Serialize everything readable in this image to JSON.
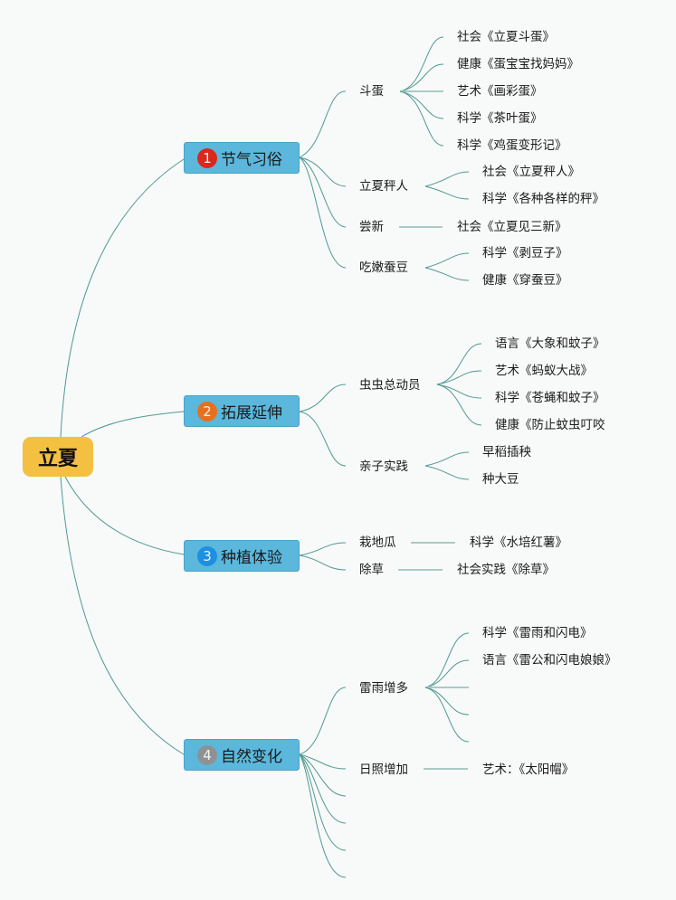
{
  "colors": {
    "root_fill": "#f4c042",
    "main_fill": "#5bb8dc",
    "edge": "#4f9a90",
    "badge_1": "#d9281c",
    "badge_2": "#e86f1c",
    "badge_3": "#1f8fe0",
    "badge_4": "#8f9295"
  },
  "root": {
    "label": "立夏"
  },
  "branches": [
    {
      "badge": "1",
      "label": "节气习俗",
      "subtopics": [
        {
          "label": "斗蛋",
          "items": [
            "社会《立夏斗蛋》",
            "健康《蛋宝宝找妈妈》",
            "艺术《画彩蛋》",
            "科学《茶叶蛋》",
            "科学《鸡蛋变形记》"
          ]
        },
        {
          "label": "立夏秤人",
          "items": [
            "社会《立夏秤人》",
            "科学《各种各样的秤》"
          ]
        },
        {
          "label": "尝新",
          "items": [
            "社会《立夏见三新》"
          ]
        },
        {
          "label": "吃嫩蚕豆",
          "items": [
            "科学《剥豆子》",
            "健康《穿蚕豆》"
          ]
        }
      ]
    },
    {
      "badge": "2",
      "label": "拓展延伸",
      "subtopics": [
        {
          "label": "虫虫总动员",
          "items": [
            "语言《大象和蚊子》",
            "艺术《蚂蚁大战》",
            "科学《苍蝇和蚊子》",
            "健康《防止蚊虫叮咬"
          ]
        },
        {
          "label": "亲子实践",
          "items": [
            "早稻插秧",
            "种大豆"
          ]
        }
      ]
    },
    {
      "badge": "3",
      "label": "种植体验",
      "subtopics": [
        {
          "label": "栽地瓜",
          "items": [
            "科学《水培红薯》"
          ]
        },
        {
          "label": "除草",
          "items": [
            "社会实践《除草》"
          ]
        }
      ]
    },
    {
      "badge": "4",
      "label": "自然变化",
      "subtopics": [
        {
          "label": "雷雨增多",
          "items": [
            "科学《雷雨和闪电》",
            "语言《雷公和闪电娘娘》",
            "",
            "",
            ""
          ]
        },
        {
          "label": "日照增加",
          "items": [
            "艺术：《太阳帽》"
          ]
        },
        {
          "label": "",
          "items": []
        },
        {
          "label": "",
          "items": []
        },
        {
          "label": "",
          "items": []
        },
        {
          "label": "",
          "items": []
        }
      ]
    }
  ]
}
